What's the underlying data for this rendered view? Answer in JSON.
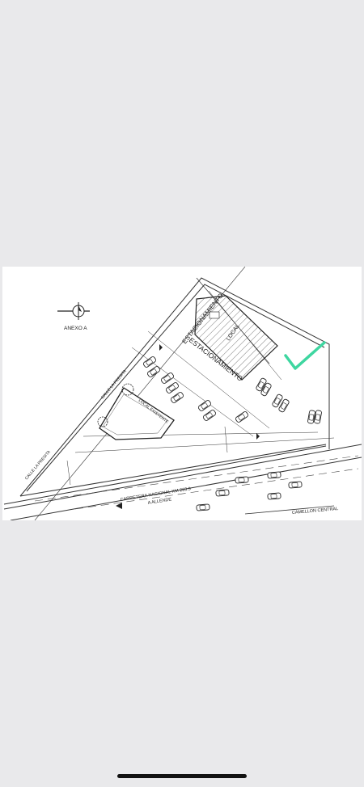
{
  "plan": {
    "annex_label": "ANEXO A",
    "streets": {
      "calle_la_presita_upper": "CALLE LA PRESITA",
      "calle_la_presita_lower": "CALLE LA PRESITA",
      "carretera": "CARRETERA NACIONAL KM 263.9",
      "carretera_direction": "A ALLENDE",
      "camellon": "CAMELLON CENTRAL"
    },
    "areas": {
      "estacionamiento_top": "ESTACIONAMIENTO",
      "estacionamiento_mid": "ESTACIONAMIENTO",
      "local_nuevo": "LOCAL",
      "local_existente": "LOCAL EXISTENTE"
    },
    "colors": {
      "line": "#333333",
      "checkmark": "#3ed6a0",
      "background": "#e9e9eb",
      "sheet": "#ffffff"
    },
    "icons": [
      "north-arrow-icon",
      "checkmark-icon",
      "car-icon",
      "tree-icon"
    ]
  }
}
